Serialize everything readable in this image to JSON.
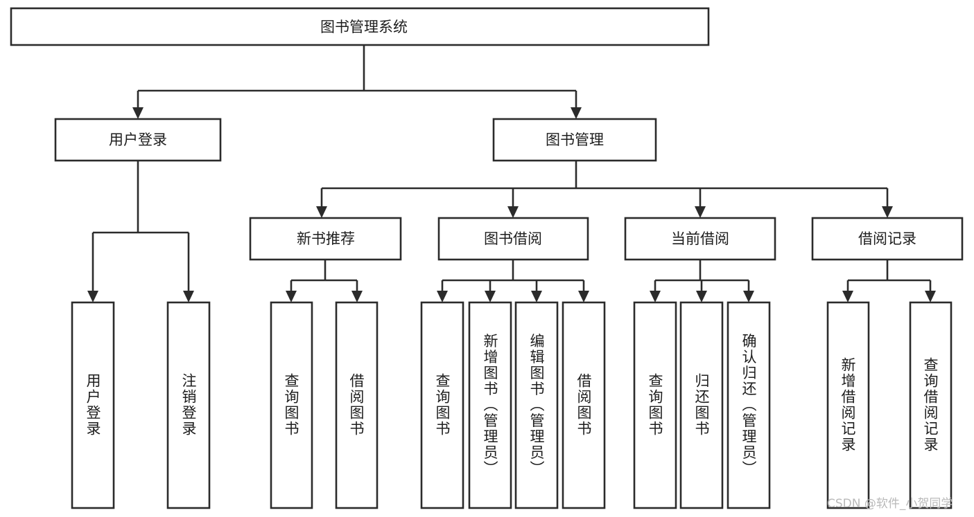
{
  "diagram": {
    "type": "tree-hierarchy-chart",
    "title": "图书管理系统",
    "watermark": "CSDN @软件_小贺同学",
    "colors": {
      "stroke": "#2b2b2b",
      "box_fill": "#ffffff",
      "background": "#ffffff",
      "text": "#1d1d1d",
      "watermark": "#b9b9b9"
    },
    "root": {
      "label": "图书管理系统"
    },
    "level2": [
      {
        "label": "用户登录"
      },
      {
        "label": "图书管理"
      }
    ],
    "level3": [
      {
        "label": "新书推荐"
      },
      {
        "label": "图书借阅"
      },
      {
        "label": "当前借阅"
      },
      {
        "label": "借阅记录"
      }
    ],
    "leaves": {
      "user_login": [
        {
          "label": "用户登录"
        },
        {
          "label": "注销登录"
        }
      ],
      "new_book_recommend": [
        {
          "label": "查询图书"
        },
        {
          "label": "借阅图书"
        }
      ],
      "book_borrow": [
        {
          "label": "查询图书"
        },
        {
          "label": "新增图书（管理员）"
        },
        {
          "label": "编辑图书（管理员）"
        },
        {
          "label": "借阅图书"
        }
      ],
      "current_borrow": [
        {
          "label": "查询图书"
        },
        {
          "label": "归还图书"
        },
        {
          "label": "确认归还（管理员）"
        }
      ],
      "borrow_record": [
        {
          "label": "新增借阅记录"
        },
        {
          "label": "查询借阅记录"
        }
      ]
    }
  }
}
